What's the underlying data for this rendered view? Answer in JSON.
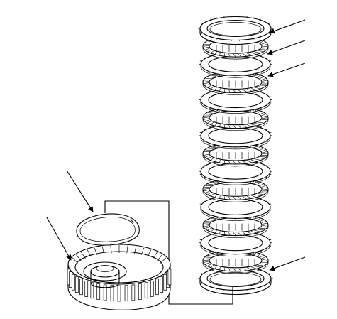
{
  "diagram": {
    "description_free": true,
    "subject": "clutch-pack-exploded-view",
    "ink_color": "#000000",
    "background_color": "#ffffff",
    "plates": [
      {
        "kind": "pressure-plate"
      },
      {
        "kind": "friction"
      },
      {
        "kind": "steel"
      },
      {
        "kind": "friction"
      },
      {
        "kind": "steel"
      },
      {
        "kind": "friction"
      },
      {
        "kind": "steel"
      },
      {
        "kind": "friction"
      },
      {
        "kind": "steel"
      },
      {
        "kind": "friction"
      },
      {
        "kind": "steel"
      },
      {
        "kind": "friction"
      },
      {
        "kind": "steel"
      },
      {
        "kind": "friction"
      },
      {
        "kind": "backing-plate"
      }
    ],
    "callouts": [
      {
        "target": "pressure-plate"
      },
      {
        "target": "friction-plate"
      },
      {
        "target": "steel-plate"
      },
      {
        "target": "backing-plate"
      },
      {
        "target": "snap-ring"
      },
      {
        "target": "clutch-drum"
      }
    ]
  }
}
